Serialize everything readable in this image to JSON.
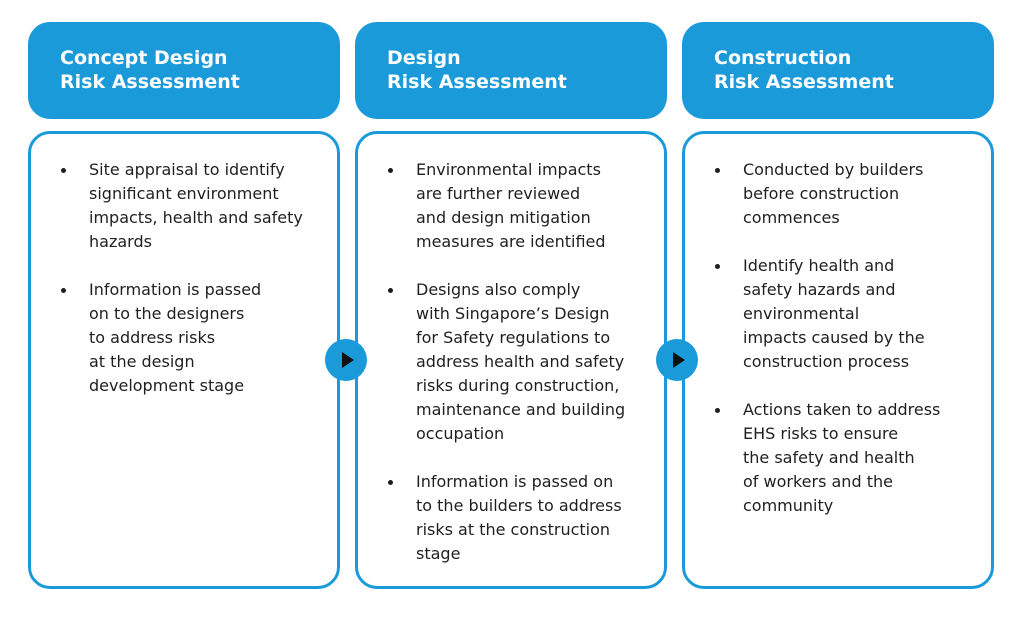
{
  "stages": [
    {
      "title_lines": [
        "Concept Design",
        "Risk Assessment"
      ],
      "bullets": [
        {
          "lines": [
            "Site appraisal to identify",
            "significant environment",
            "impacts, health and safety",
            "hazards"
          ]
        },
        {
          "lines": [
            "Information is passed",
            "on to the designers",
            "to address risks",
            "at the design",
            "development stage"
          ]
        }
      ]
    },
    {
      "title_lines": [
        "Design",
        "Risk Assessment"
      ],
      "bullets": [
        {
          "lines": [
            "Environmental impacts",
            "are further reviewed",
            "and design mitigation",
            "measures are identified"
          ]
        },
        {
          "lines": [
            "Designs also comply",
            "with Singapore’s Design",
            "for Safety regulations to",
            "address health and safety",
            "risks during construction,",
            "maintenance and building",
            "occupation"
          ]
        },
        {
          "lines": [
            "Information is passed on",
            "to the builders to address",
            "risks at the construction",
            "stage"
          ]
        }
      ]
    },
    {
      "title_lines": [
        "Construction",
        "Risk Assessment"
      ],
      "bullets": [
        {
          "lines": [
            "Conducted by builders",
            "before construction",
            "commences"
          ]
        },
        {
          "lines": [
            "Identify health and",
            "safety hazards and",
            "environmental",
            "impacts caused by the",
            "construction process"
          ]
        },
        {
          "lines": [
            "Actions taken to address",
            "EHS risks to ensure",
            "the safety and health",
            "of workers and the",
            "community"
          ]
        }
      ]
    }
  ],
  "colors": {
    "accent": "#1b9ad9",
    "text": "#1f1f1f",
    "arrow_glyph": "#111111"
  },
  "icons": {
    "connector": "play-arrow-icon"
  }
}
